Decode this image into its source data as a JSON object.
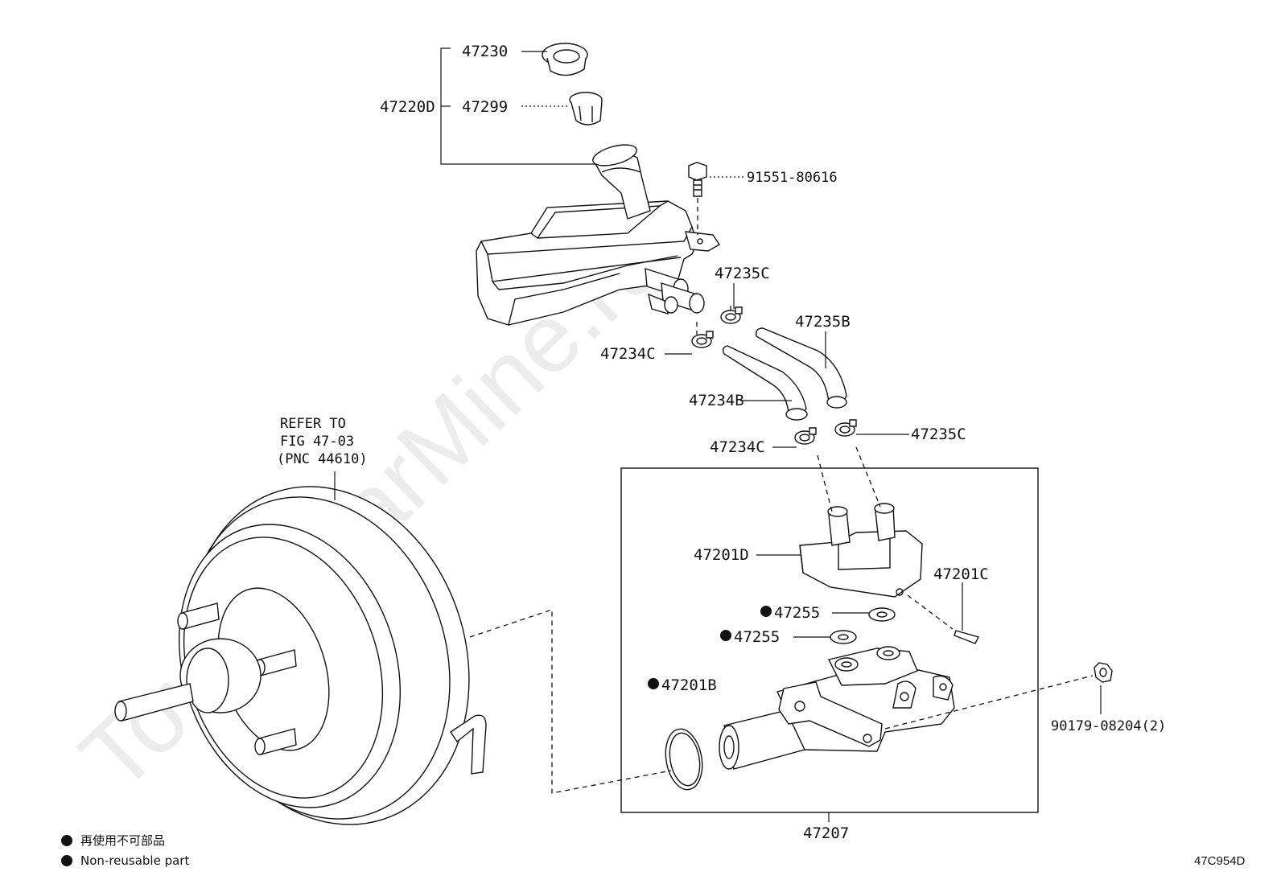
{
  "watermark": "ToyotaCarMine.ru",
  "labels": {
    "p47230": "47230",
    "p47220D": "47220D",
    "p47299": "47299",
    "p91551": "91551-80616",
    "p47235C_top": "47235C",
    "p47235B": "47235B",
    "p47234C_upper": "47234C",
    "p47234B": "47234B",
    "p47234C_lower": "47234C",
    "p47235C_right": "47235C",
    "p47201D": "47201D",
    "p47201C": "47201C",
    "p47255_a": "47255",
    "p47255_b": "47255",
    "p47201B": "47201B",
    "p90179": "90179-08204(2)",
    "p47207": "47207"
  },
  "refer_note": {
    "line1": "REFER TO",
    "line2": "FIG 47-03",
    "line3": "(PNC 44610)"
  },
  "legend": {
    "jp": "再使用不可部品",
    "en": "Non-reusable part"
  },
  "figure_code": "47C954D"
}
